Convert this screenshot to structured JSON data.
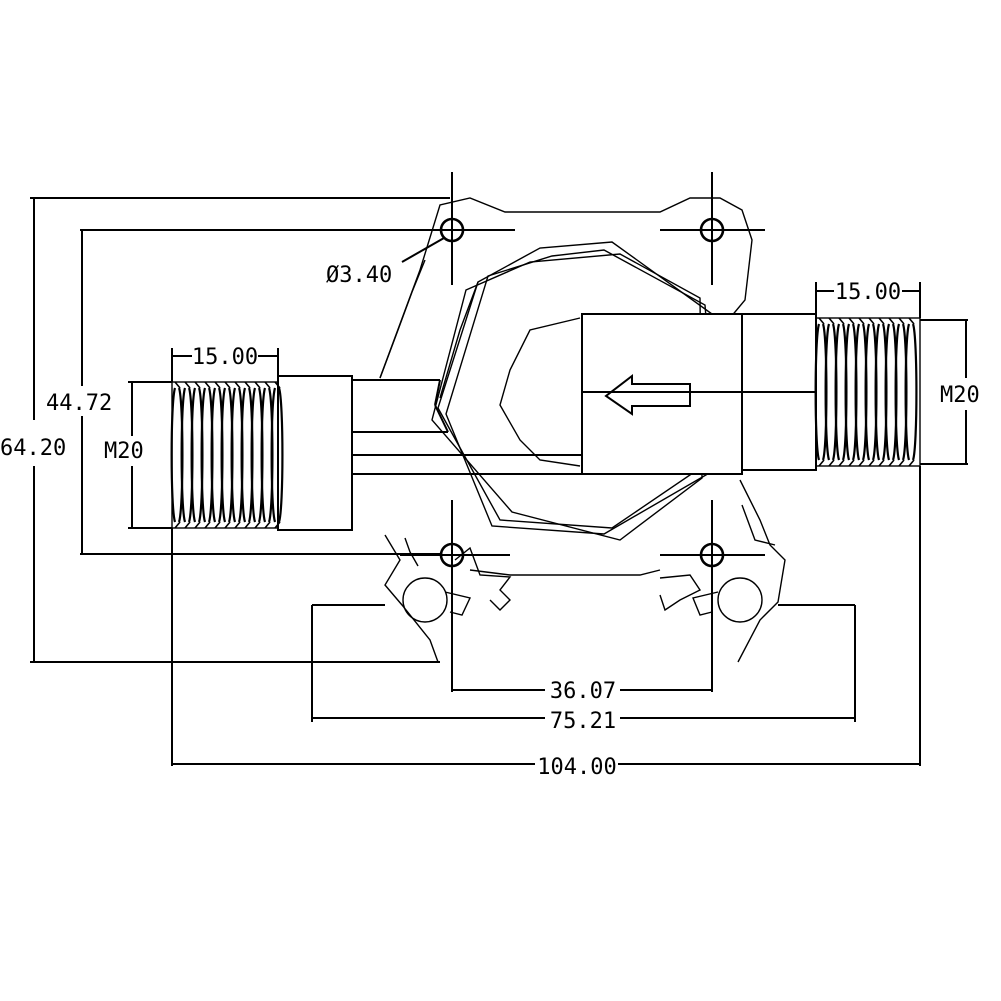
{
  "drawing": {
    "dimensions": {
      "hole_dia": "Ø3.40",
      "height_outer": "64.20",
      "height_inner": "44.72",
      "left_thread_len": "15.00",
      "right_thread_len": "15.00",
      "left_thread": "M20",
      "right_thread": "M20",
      "hole_spacing": "36.07",
      "base_width": "75.21",
      "overall_length": "104.00"
    }
  }
}
